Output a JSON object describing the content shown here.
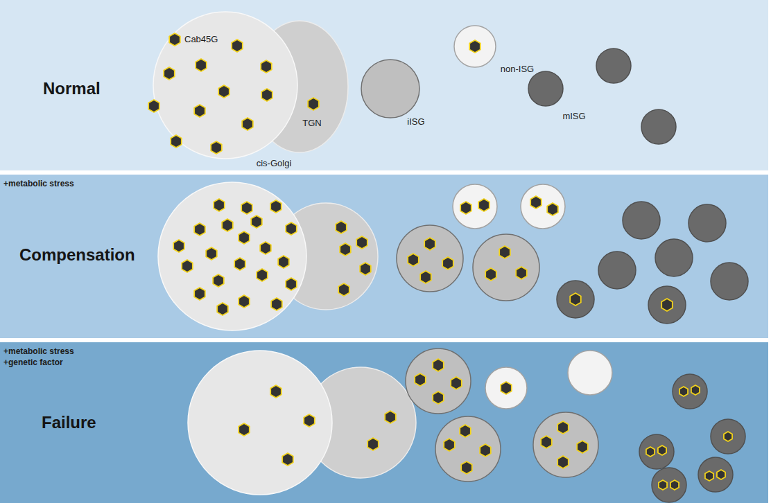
{
  "diagram": {
    "nodes": [
      {
        "text": [
          "Normal"
        ]
      },
      {
        "text": [
          "Cab45G",
          "cis-Golgi"
        ],
        "in": 0
      },
      {
        "text": [
          "TGN"
        ],
        "in": 0
      },
      {
        "text": [
          "iISG"
        ],
        "in": 0
      },
      {
        "text": [
          "non-ISG"
        ],
        "in": 0
      },
      {
        "text": [
          "mISG"
        ],
        "in": 0
      },
      {
        "text": [
          "+metabolic stress",
          "Compensation"
        ]
      },
      {
        "text": [
          "+metabolic stress",
          "+genetic factor",
          "Failure"
        ]
      }
    ]
  }
}
